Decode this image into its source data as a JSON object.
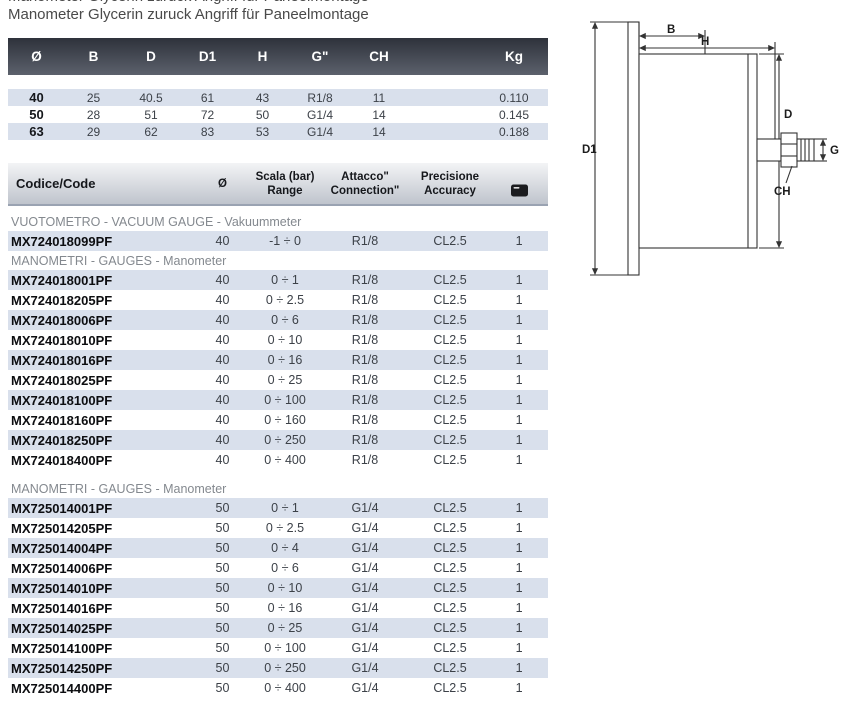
{
  "title": "Manometer Glycerin zuruck Angriff  für Paneelmontage",
  "dimensions_table": {
    "headers": [
      "Ø",
      "B",
      "D",
      "D1",
      "H",
      "G\"",
      "CH",
      "",
      "Kg"
    ],
    "rows": [
      [
        "40",
        "25",
        "40.5",
        "61",
        "43",
        "R1/8",
        "11",
        "",
        "0.110"
      ],
      [
        "50",
        "28",
        "51",
        "72",
        "50",
        "G1/4",
        "14",
        "",
        "0.145"
      ],
      [
        "63",
        "29",
        "62",
        "83",
        "53",
        "G1/4",
        "14",
        "",
        "0.188"
      ]
    ]
  },
  "products_table": {
    "headers": [
      "Codice/Code",
      "Ø",
      "Scala (bar)\nRange",
      "Attacco\"\nConnection\"",
      "Precisione\nAccuracy"
    ],
    "package_icon": "package-icon",
    "sections": [
      {
        "label": "VUOTOMETRO - VACUUM GAUGE - Vakuummeter",
        "rows": [
          [
            "MX724018099PF",
            "40",
            "-1 ÷ 0",
            "R1/8",
            "CL2.5",
            "1"
          ]
        ]
      },
      {
        "label": "MANOMETRI - GAUGES - Manometer",
        "rows": [
          [
            "MX724018001PF",
            "40",
            "0 ÷ 1",
            "R1/8",
            "CL2.5",
            "1"
          ],
          [
            "MX724018205PF",
            "40",
            "0 ÷ 2.5",
            "R1/8",
            "CL2.5",
            "1"
          ],
          [
            "MX724018006PF",
            "40",
            "0 ÷ 6",
            "R1/8",
            "CL2.5",
            "1"
          ],
          [
            "MX724018010PF",
            "40",
            "0 ÷ 10",
            "R1/8",
            "CL2.5",
            "1"
          ],
          [
            "MX724018016PF",
            "40",
            "0 ÷ 16",
            "R1/8",
            "CL2.5",
            "1"
          ],
          [
            "MX724018025PF",
            "40",
            "0 ÷ 25",
            "R1/8",
            "CL2.5",
            "1"
          ],
          [
            "MX724018100PF",
            "40",
            "0 ÷ 100",
            "R1/8",
            "CL2.5",
            "1"
          ],
          [
            "MX724018160PF",
            "40",
            "0 ÷ 160",
            "R1/8",
            "CL2.5",
            "1"
          ],
          [
            "MX724018250PF",
            "40",
            "0 ÷ 250",
            "R1/8",
            "CL2.5",
            "1"
          ],
          [
            "MX724018400PF",
            "40",
            "0 ÷ 400",
            "R1/8",
            "CL2.5",
            "1"
          ]
        ]
      },
      {
        "label": "MANOMETRI - GAUGES - Manometer",
        "rows": [
          [
            "MX725014001PF",
            "50",
            "0 ÷ 1",
            "G1/4",
            "CL2.5",
            "1"
          ],
          [
            "MX725014205PF",
            "50",
            "0 ÷ 2.5",
            "G1/4",
            "CL2.5",
            "1"
          ],
          [
            "MX725014004PF",
            "50",
            "0 ÷ 4",
            "G1/4",
            "CL2.5",
            "1"
          ],
          [
            "MX725014006PF",
            "50",
            "0 ÷ 6",
            "G1/4",
            "CL2.5",
            "1"
          ],
          [
            "MX725014010PF",
            "50",
            "0 ÷ 10",
            "G1/4",
            "CL2.5",
            "1"
          ],
          [
            "MX725014016PF",
            "50",
            "0 ÷ 16",
            "G1/4",
            "CL2.5",
            "1"
          ],
          [
            "MX725014025PF",
            "50",
            "0 ÷ 25",
            "G1/4",
            "CL2.5",
            "1"
          ],
          [
            "MX725014100PF",
            "50",
            "0 ÷ 100",
            "G1/4",
            "CL2.5",
            "1"
          ],
          [
            "MX725014250PF",
            "50",
            "0 ÷ 250",
            "G1/4",
            "CL2.5",
            "1"
          ],
          [
            "MX725014400PF",
            "50",
            "0 ÷ 400",
            "G1/4",
            "CL2.5",
            "1"
          ]
        ]
      }
    ]
  },
  "diagram": {
    "labels": {
      "b": "B",
      "h": "H",
      "d1": "D1",
      "d": "D",
      "g": "G",
      "ch": "CH"
    }
  },
  "colors": {
    "dim_header_top": "#2e323b",
    "dim_header_bottom": "#5c616c",
    "row_shade": "#d9e0ec",
    "prod_header_bottom": "#bfc4cd"
  }
}
